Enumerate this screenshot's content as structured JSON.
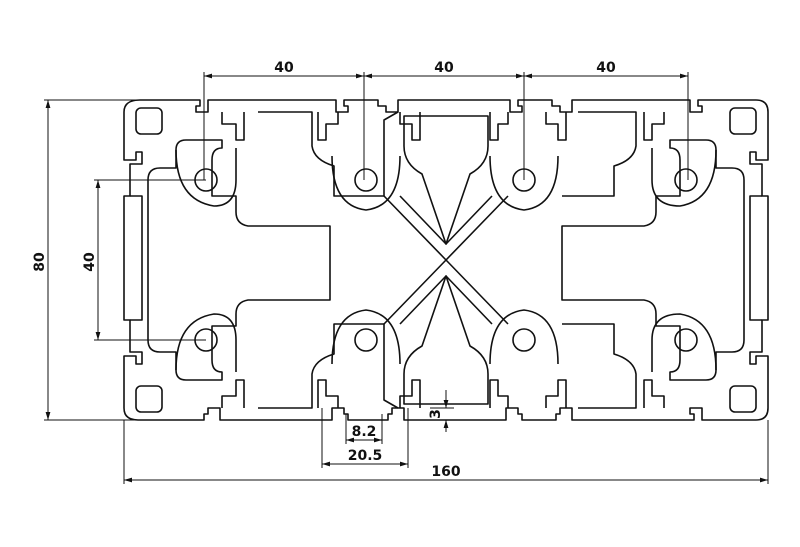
{
  "drawing": {
    "dimensions": {
      "pitch_1": "40",
      "pitch_2": "40",
      "pitch_3": "40",
      "height": "80",
      "inner_height": "40",
      "slot_width": "8.2",
      "slot_opening": "20.5",
      "wall_depth": "3",
      "width": "160"
    }
  }
}
